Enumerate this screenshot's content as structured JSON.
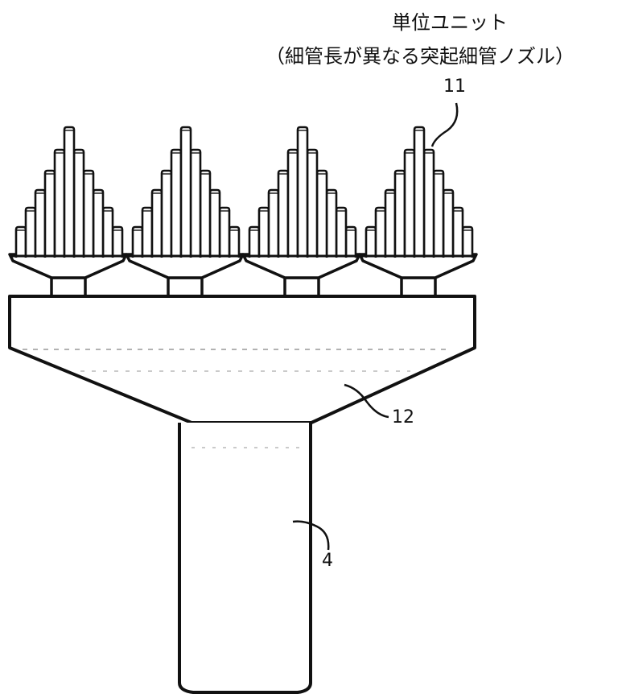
{
  "figure": {
    "title_line1": "単位ユニット",
    "title_line2": "（細管長が異なる突起細管ノズル）",
    "ref_nozzle": "11",
    "ref_base": "12",
    "ref_stem": "4",
    "unit_count": 4,
    "line_color": "#111111",
    "fill_color": "#ffffff"
  }
}
